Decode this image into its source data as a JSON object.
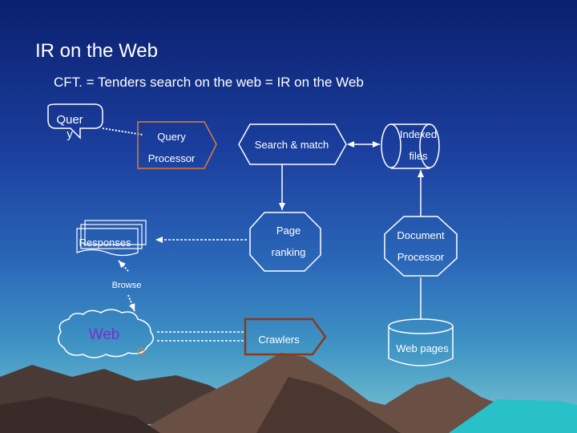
{
  "slide": {
    "title": "IR on the Web",
    "subtitle": "CFT. = Tenders search on the web = IR on the Web"
  },
  "nodes": {
    "query_bubble": [
      "Quer",
      "y"
    ],
    "query_processor": [
      "Query",
      "Processor"
    ],
    "search_match": "Search & match",
    "indexed_files": [
      "Indexed",
      "files"
    ],
    "page_ranking": [
      "Page",
      "ranking"
    ],
    "document_processor": [
      "Document",
      "Processor"
    ],
    "responses": "Responses",
    "browse": "Browse",
    "web": "Web",
    "crawlers": "Crawlers",
    "web_pages": "Web pages"
  },
  "colors": {
    "shape_border": "#ffffff",
    "crawler_border": "#8b3a1a",
    "web_text": "#7a2ecc",
    "query_processor_border": "#e07a3a"
  }
}
